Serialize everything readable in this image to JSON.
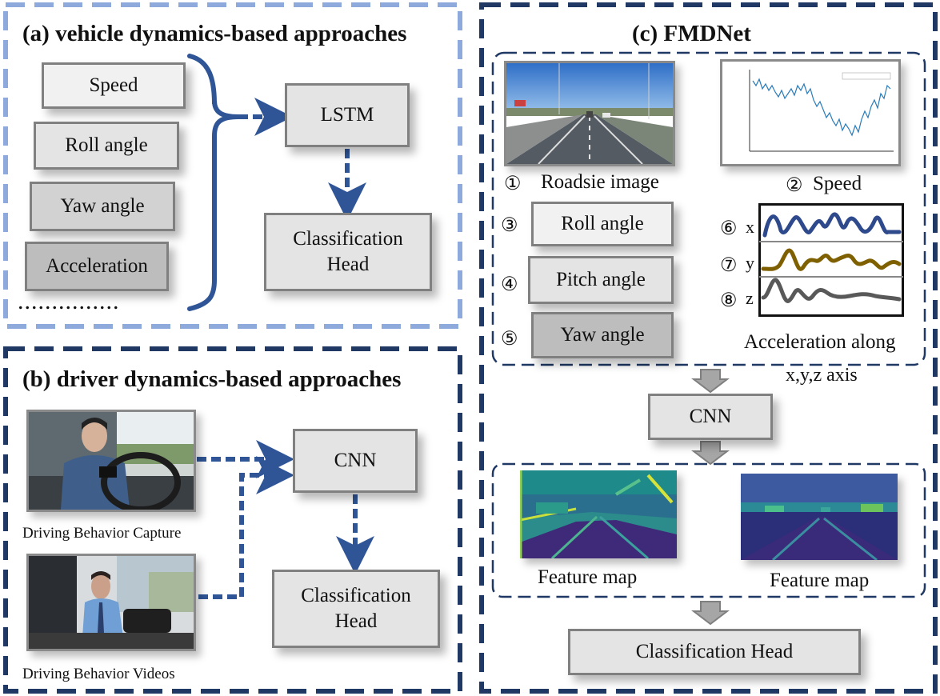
{
  "panel_a": {
    "title": "(a) vehicle dynamics-based approaches",
    "inputs": [
      "Speed",
      "Roll angle",
      "Yaw angle",
      "Acceleration"
    ],
    "ellipsis": "...............",
    "lstm": "LSTM",
    "head_line1": "Classification",
    "head_line2": "Head"
  },
  "panel_b": {
    "title": "(b) driver dynamics-based approaches",
    "caption_capture": "Driving Behavior Capture",
    "caption_videos": "Driving Behavior Videos",
    "cnn": "CNN",
    "head_line1": "Classification",
    "head_line2": "Head"
  },
  "panel_c": {
    "title": "(c) FMDNet",
    "n1": "①",
    "roadside_label": "Roadsie image",
    "n2": "②",
    "speed_label": "Speed",
    "n3": "③",
    "roll_label": "Roll angle",
    "n4": "④",
    "pitch_label": "Pitch angle",
    "n5": "⑤",
    "yaw_label": "Yaw angle",
    "n6": "⑥",
    "axis_x": "x",
    "n7": "⑦",
    "axis_y": "y",
    "n8": "⑧",
    "axis_z": "z",
    "accel_line1": "Acceleration along",
    "accel_line2": "x,y,z axis",
    "cnn": "CNN",
    "feature_map_1": "Feature map",
    "feature_map_2": "Feature map",
    "head": "Classification Head"
  },
  "colors": {
    "panel_a_border": "#8ea9db",
    "dark_blue": "#1f3864",
    "arrow_blue": "#2f5597",
    "curve_x": "#2e4a8c",
    "curve_y": "#7f6000",
    "curve_z": "#595959"
  }
}
